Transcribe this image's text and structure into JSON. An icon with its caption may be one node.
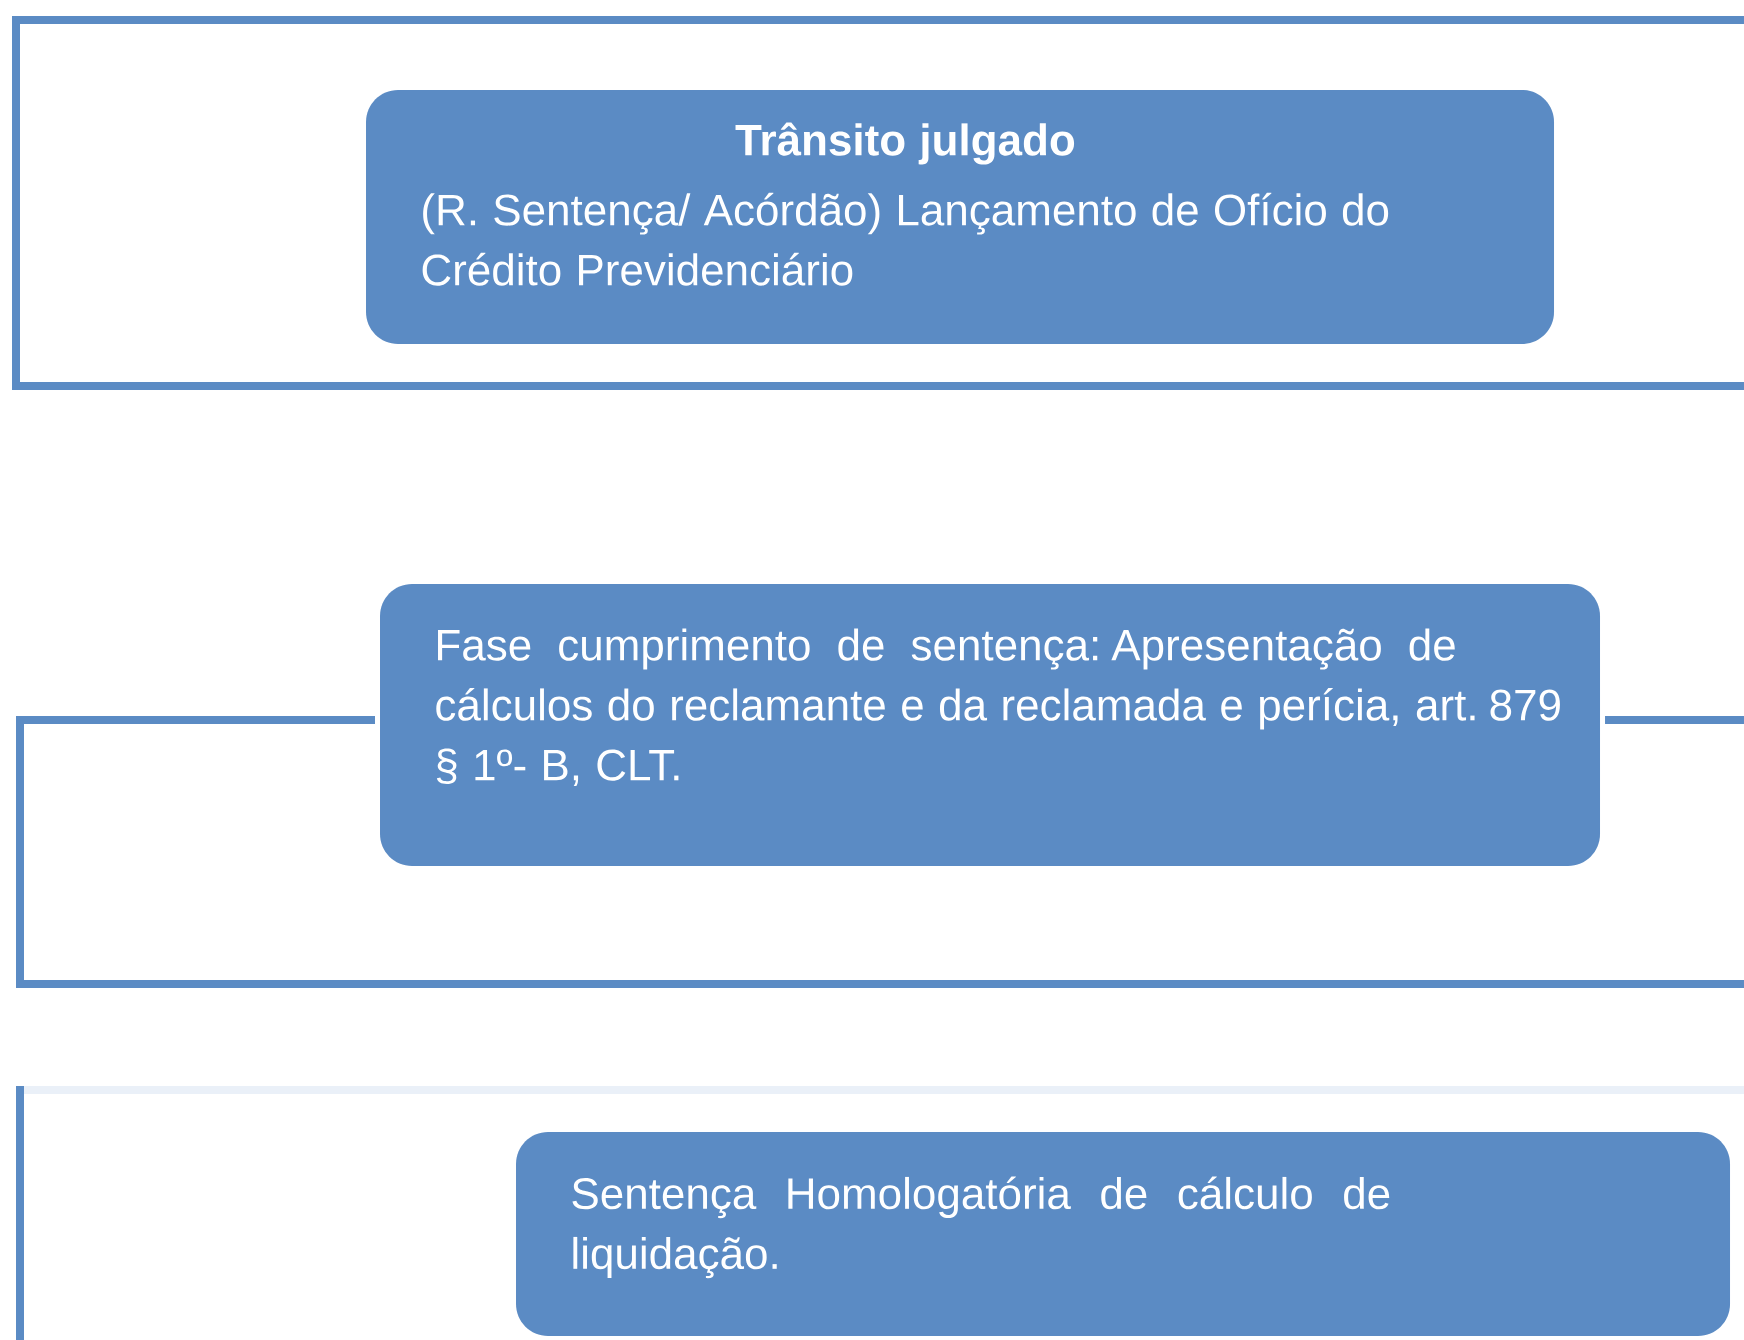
{
  "diagram": {
    "nodes": [
      {
        "text": [],
        "shape": "box"
      },
      {
        "text": [
          "Trânsito julgado",
          "(R. Sentença/ Acórdão) Lançamento de Ofício do Crédito Previdenciário"
        ],
        "in": 0
      },
      {
        "text": [],
        "shape": "box"
      },
      {
        "text": [
          "Fase cumprimento de sentença: Apresentação de cálculos do reclamante e da reclamada e perícia, art. 879 § 1º- B, CLT."
        ]
      },
      {
        "text": [],
        "shape": "box"
      },
      {
        "text": [
          "Sentença Homologatória de cálculo de liquidação."
        ],
        "in": 4
      }
    ]
  }
}
